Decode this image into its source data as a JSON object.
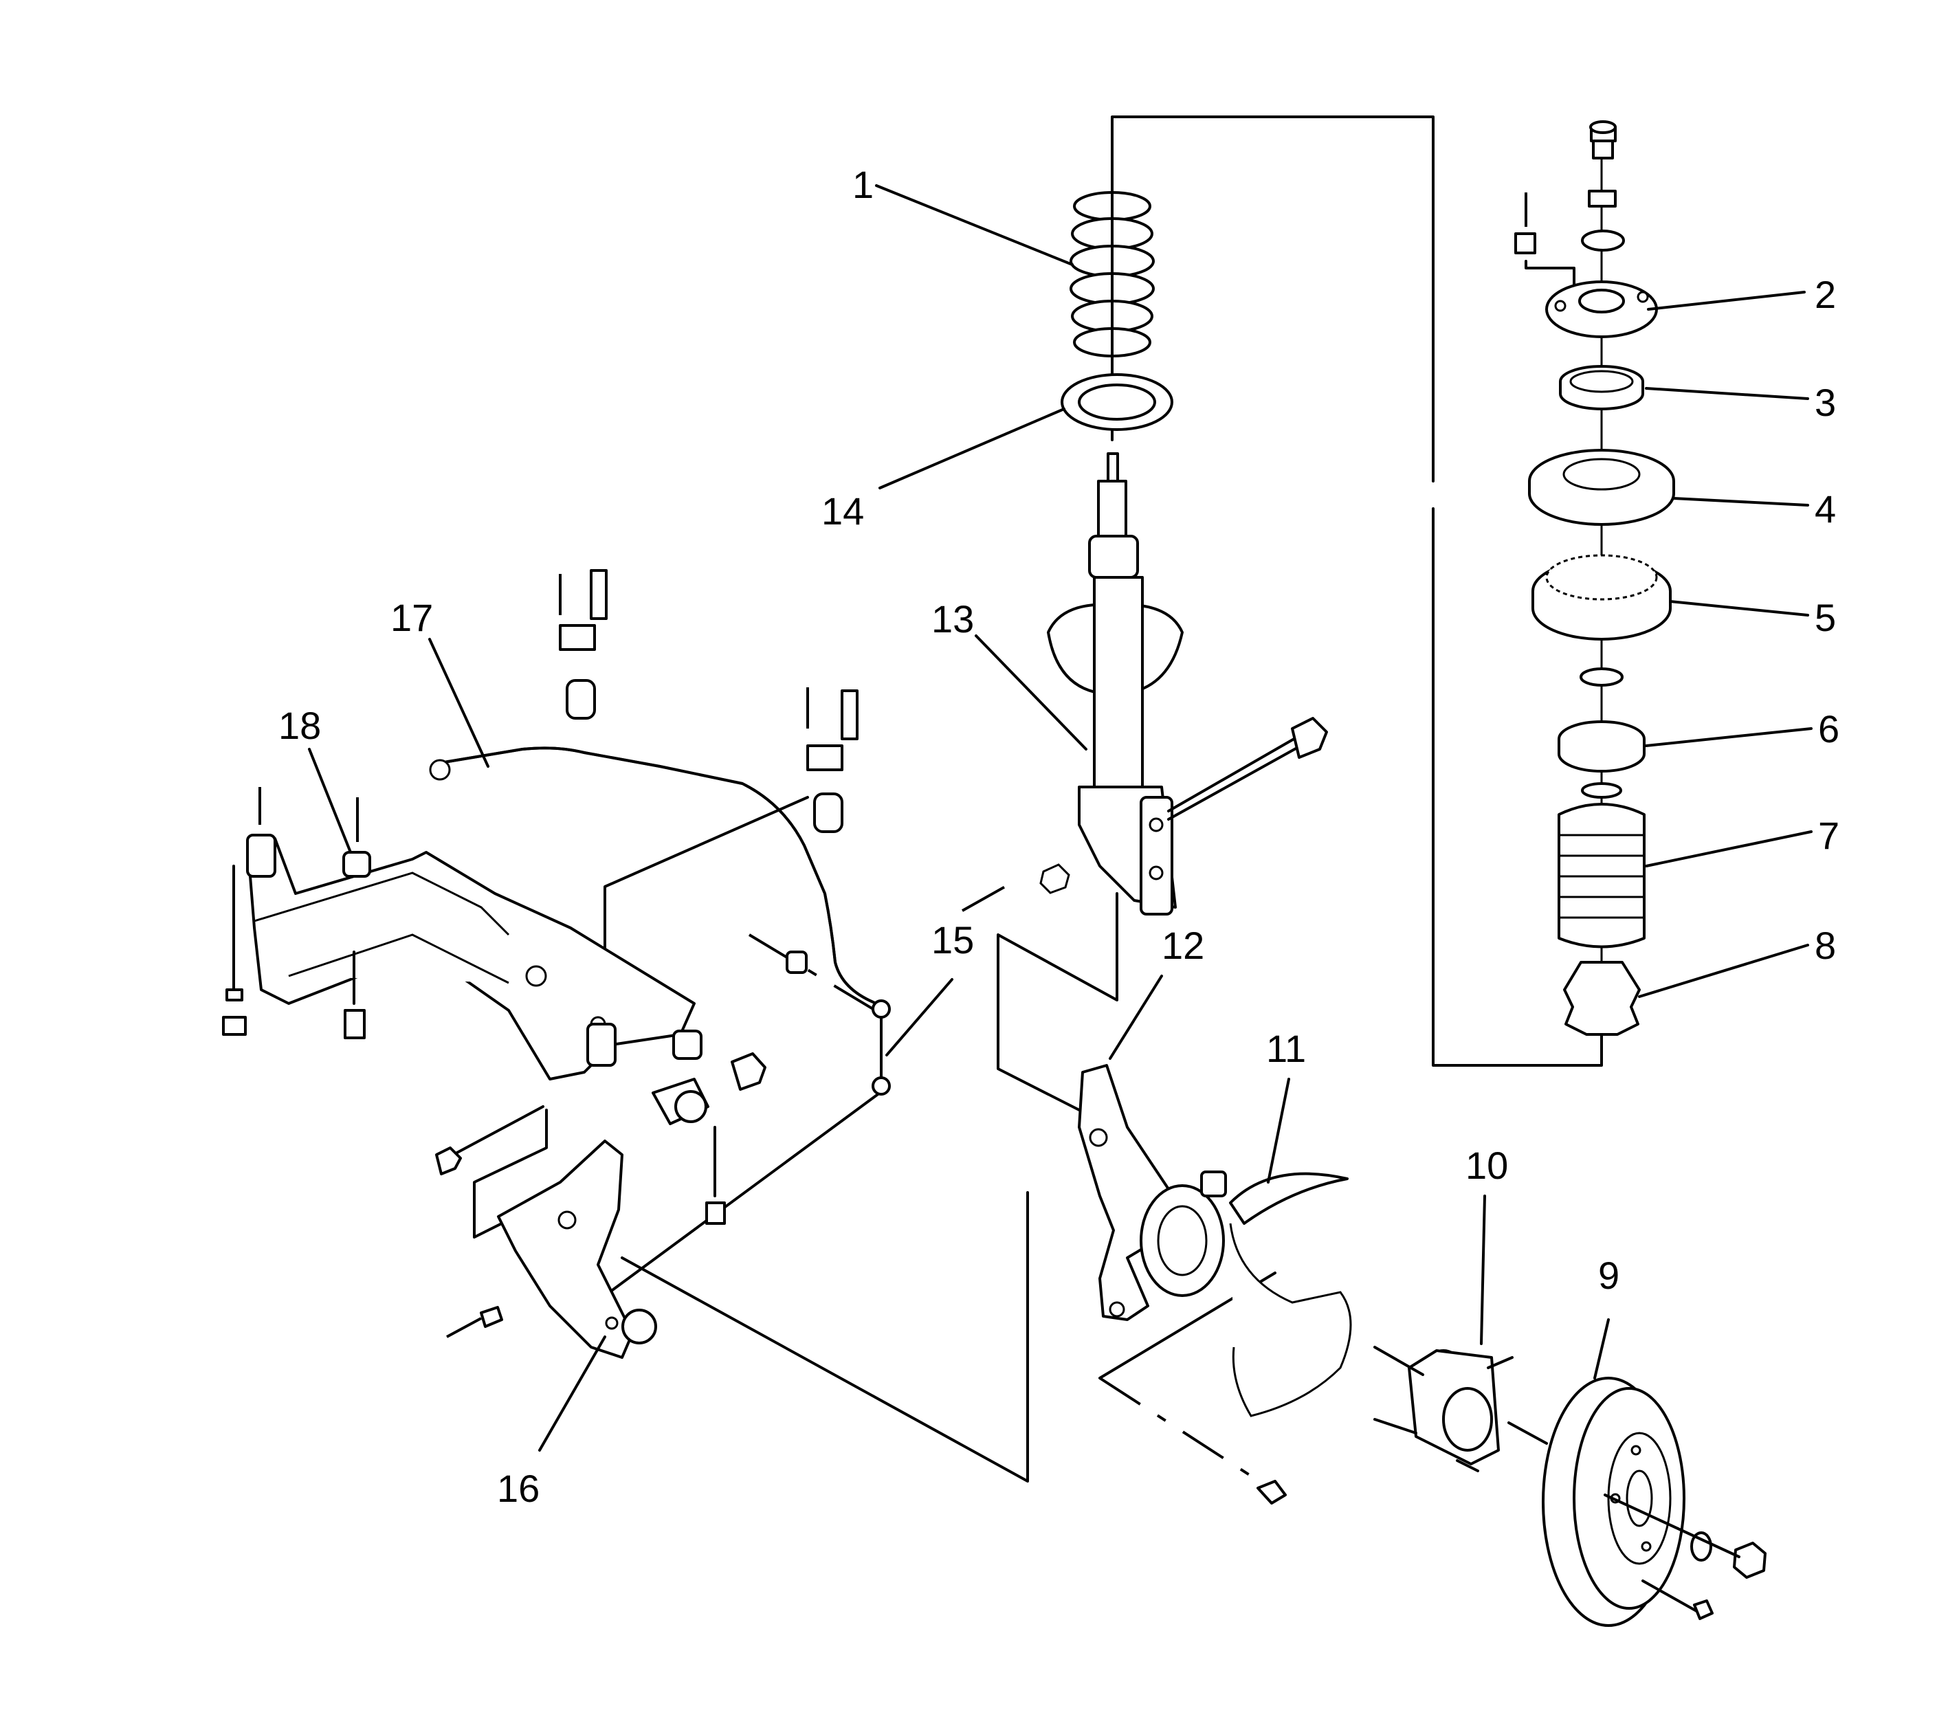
{
  "figure": {
    "callouts": [
      {
        "id": "1",
        "label": "1"
      },
      {
        "id": "2",
        "label": "2"
      },
      {
        "id": "3",
        "label": "3"
      },
      {
        "id": "4",
        "label": "4"
      },
      {
        "id": "5",
        "label": "5"
      },
      {
        "id": "6",
        "label": "6"
      },
      {
        "id": "7",
        "label": "7"
      },
      {
        "id": "8",
        "label": "8"
      },
      {
        "id": "9",
        "label": "9"
      },
      {
        "id": "10",
        "label": "10"
      },
      {
        "id": "11",
        "label": "11"
      },
      {
        "id": "12",
        "label": "12"
      },
      {
        "id": "13",
        "label": "13"
      },
      {
        "id": "14",
        "label": "14"
      },
      {
        "id": "15",
        "label": "15"
      },
      {
        "id": "16",
        "label": "16"
      },
      {
        "id": "17",
        "label": "17"
      },
      {
        "id": "18",
        "label": "18"
      }
    ]
  }
}
